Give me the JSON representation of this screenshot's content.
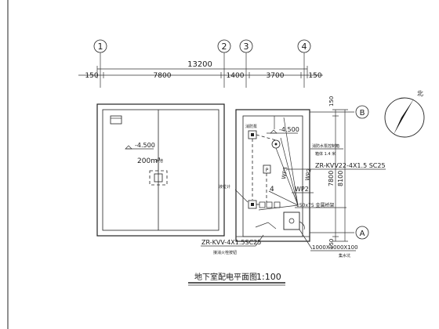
{
  "axes": {
    "top": [
      "1",
      "2",
      "3",
      "4"
    ],
    "right": [
      "B",
      "A"
    ]
  },
  "dimensions": {
    "overall": "13200",
    "segments": [
      "150",
      "7800",
      "1400",
      "3700",
      "150"
    ],
    "right_vertical": [
      "150",
      "7800",
      "8100",
      "150"
    ]
  },
  "left_room": {
    "elevation": "-4.500",
    "tank_label": "200m³",
    "tank_sub": "水池"
  },
  "right_room": {
    "elevation": "-4.500",
    "labels": {
      "fire_box": "消防泵",
      "level_box": "液位计",
      "fire_ctrl": "消防水泵控制箱",
      "fire_ctrl_sub": "箱体 1.4 米",
      "cable_1": "ZR-KVV22-4X1.5 SC25",
      "wp2": "WP2",
      "wp3": "WP3",
      "pump_num": "4",
      "pipe_label": "150x75 金属桥架",
      "box_size": "1000X1000X100",
      "pit": "集水坑",
      "cable_2": "ZR-KVV-4X1.5SC25",
      "cable_2_sub": "接消火栓按钮",
      "p_label": "P"
    }
  },
  "north": {
    "label": "北"
  },
  "title": {
    "name": "地下室配电平面图",
    "scale": "1:100"
  }
}
